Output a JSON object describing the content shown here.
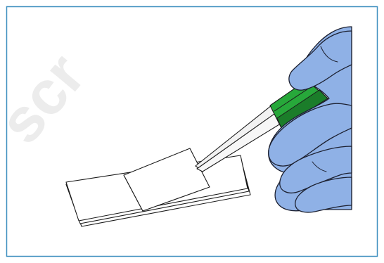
{
  "figure": {
    "subject": "gloved-hand-using-tweezers-to-place-coverslip-on-slide",
    "elements": [
      "watermark",
      "microscope-slide",
      "coverslip",
      "tweezers",
      "gloved-hand"
    ],
    "watermark_text": "scr",
    "colors": {
      "frame_border": "#3e8fbf",
      "glove_fill": "#8fb1e6",
      "glove_stroke": "#1c2030",
      "tweezer_grip": "#27a83a",
      "tweezer_grip_dark": "#1b7d2a",
      "tweezer_metal": "#f2f2f2",
      "line": "#1a1a1a",
      "watermark": "#ececec"
    }
  }
}
